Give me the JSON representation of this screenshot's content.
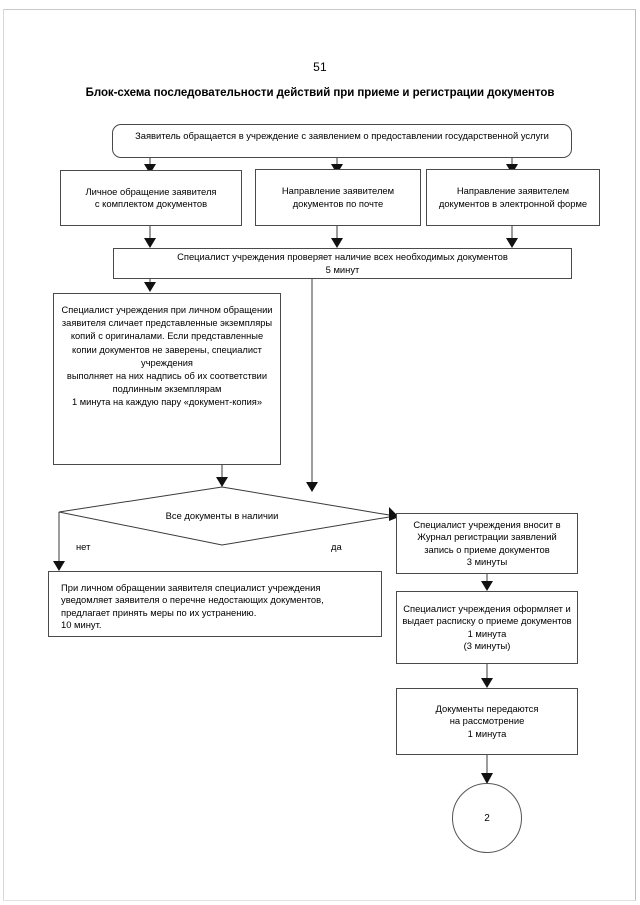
{
  "page": {
    "number": "51",
    "title": "Блок-схема последовательности действий при приеме и регистрации документов"
  },
  "chart_data": {
    "type": "diagram",
    "diagram_kind": "flowchart",
    "orientation": "top-to-bottom",
    "title": "Блок-схема последовательности действий при приеме и регистрации документов"
  },
  "nodes": {
    "start": {
      "shape": "rounded-rectangle",
      "text": "Заявитель обращается в учреждение с заявлением о предоставлении государственной услуги"
    },
    "channel_personal": {
      "shape": "rectangle",
      "text": "Личное обращение заявителя\nс комплектом документов"
    },
    "channel_mail": {
      "shape": "rectangle",
      "text": "Направление заявителем\nдокументов по почте"
    },
    "channel_electronic": {
      "shape": "rectangle",
      "text": "Направление заявителем\nдокументов в электронной форме"
    },
    "check_documents": {
      "shape": "rectangle",
      "text": "Специалист учреждения проверяет наличие всех необходимых документов\n5 минут"
    },
    "compare_copies": {
      "shape": "rectangle",
      "text": "Специалист учреждения при личном обращении заявителя сличает представленные экземпляры копий с оригиналами. Если представленные копии документов не заверены, специалист учреждения\nвыполняет на них надпись об их соответствии\nподлинным экземплярам\n1 минута на каждую пару «документ-копия»"
    },
    "decision": {
      "shape": "diamond",
      "text": "Все документы в наличии",
      "branch_no": "нет",
      "branch_yes": "да"
    },
    "notify_missing": {
      "shape": "rectangle",
      "text": "При личном обращении заявителя специалист учреждения уведомляет заявителя о перечне недостающих документов, предлагает принять меры по их устранению.\n10 минут."
    },
    "register_journal": {
      "shape": "rectangle",
      "text": "Специалист учреждения вносит в Журнал регистрации заявлений запись о приеме документов\n3 минуты"
    },
    "issue_receipt": {
      "shape": "rectangle",
      "text": "Специалист учреждения оформляет и выдает расписку о приеме документов\n1 минута\n(3 минуты)"
    },
    "transfer_review": {
      "shape": "rectangle",
      "text": "Документы передаются\nна рассмотрение\n1 минута"
    },
    "connector": {
      "shape": "circle",
      "text": "2"
    }
  }
}
